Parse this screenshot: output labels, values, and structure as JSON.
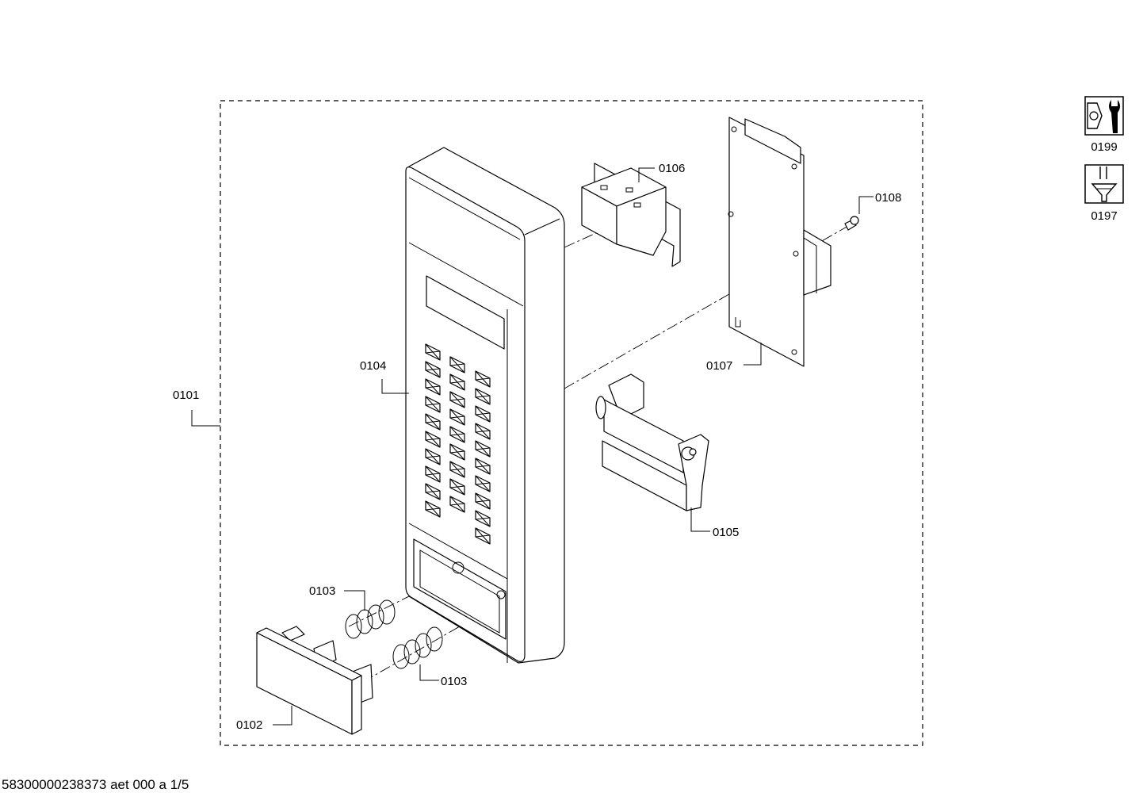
{
  "labels": {
    "p0101": "0101",
    "p0102": "0102",
    "p0103a": "0103",
    "p0103b": "0103",
    "p0104": "0104",
    "p0105": "0105",
    "p0106": "0106",
    "p0107": "0107",
    "p0108": "0108"
  },
  "side_icons": [
    {
      "label": "0199",
      "icon": "wrench-nut-icon"
    },
    {
      "label": "0197",
      "icon": "screw-driver-icon"
    }
  ],
  "footer": "58300000238373 aet 000 a 1/5"
}
